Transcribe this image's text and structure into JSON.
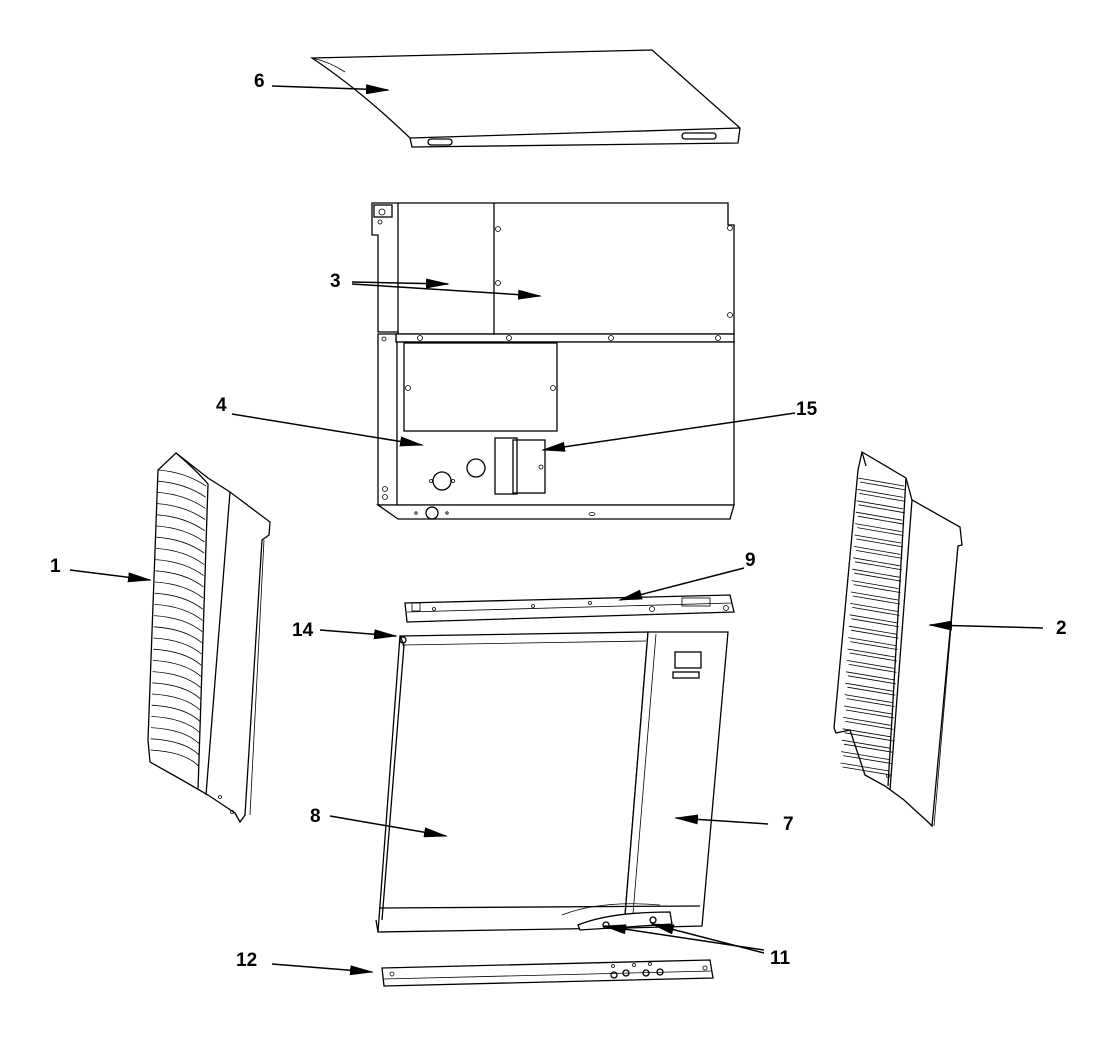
{
  "callouts": [
    {
      "id": "c1",
      "label": "1",
      "part": "left-louvered-side-panel"
    },
    {
      "id": "c2",
      "label": "2",
      "part": "right-louvered-side-panel"
    },
    {
      "id": "c3",
      "label": "3",
      "part": "upper-rear-panels"
    },
    {
      "id": "c4",
      "label": "4",
      "part": "lower-rear-panel"
    },
    {
      "id": "c6",
      "label": "6",
      "part": "top-cover"
    },
    {
      "id": "c7",
      "label": "7",
      "part": "right-front-panel"
    },
    {
      "id": "c8",
      "label": "8",
      "part": "front-door-panel"
    },
    {
      "id": "c9",
      "label": "9",
      "part": "upper-front-rail"
    },
    {
      "id": "c11",
      "label": "11",
      "part": "front-panel-screws"
    },
    {
      "id": "c12",
      "label": "12",
      "part": "lower-front-rail"
    },
    {
      "id": "c14",
      "label": "14",
      "part": "door-hinge-pin"
    },
    {
      "id": "c15",
      "label": "15",
      "part": "access-cover"
    }
  ],
  "colors": {
    "line": "#000000",
    "background": "#ffffff"
  }
}
